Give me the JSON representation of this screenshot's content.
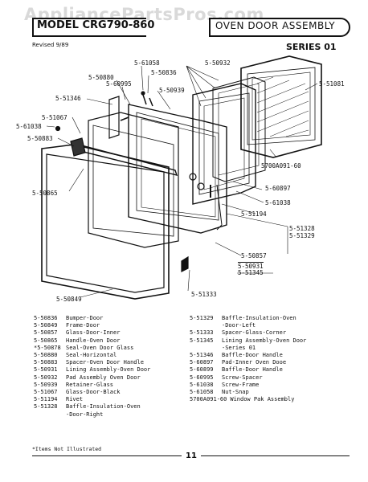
{
  "watermark": "AppliancePartsPros.com",
  "header": {
    "model_label": "MODEL CRG790-860",
    "section_title": "OVEN DOOR ASSEMBLY",
    "revised": "Revised 9/89",
    "series": "SERIES 01"
  },
  "callouts": {
    "c5_61058": "5-61058",
    "c5_50932": "5-50932",
    "c5_50880": "5-50880",
    "c5_50836": "5-50836",
    "c5_60995": "5-60995",
    "c5_50939": "5-50939",
    "c5_51081": "5-51081",
    "c5_51346": "5-51346",
    "c5_51067": "5-51067",
    "c5_61038_l": "5-61038",
    "c5_50883": "5-50883",
    "c5_50865": "5-50865",
    "c5700a091": "5700A091-60",
    "c5_60897": "5-60897",
    "c5_61038_r": "5-61038",
    "c5_51194": "5-51194",
    "c5_51328": "5-51328",
    "c5_51329": "5-51329",
    "c5_50857": "5-50857",
    "c5_50931": "5-50931",
    "c5_51345": "5-51345",
    "c5_50849": "5-50849",
    "c5_51333": "5-51333"
  },
  "parts_left": [
    {
      "num": "5-50836",
      "desc": "Bumper-Door"
    },
    {
      "num": "5-50849",
      "desc": "Frame-Door"
    },
    {
      "num": "5-50857",
      "desc": "Glass-Door-Inner"
    },
    {
      "num": "5-50865",
      "desc": "Handle-Oven Door"
    },
    {
      "num": "*5-50878",
      "desc": "Seal-Oven Door Glass"
    },
    {
      "num": "5-50880",
      "desc": "Seal-Horizontal"
    },
    {
      "num": "5-50883",
      "desc": "Spacer-Oven Door Handle"
    },
    {
      "num": "5-50931",
      "desc": "Lining Assembly-Oven Door"
    },
    {
      "num": "5-50932",
      "desc": "Pad Assembly Oven Door"
    },
    {
      "num": "5-50939",
      "desc": "Retainer-Glass"
    },
    {
      "num": "5-51067",
      "desc": "Glass-Door-Black"
    },
    {
      "num": "5-51194",
      "desc": "Rivet"
    },
    {
      "num": "5-51328",
      "desc": "Baffle-Insulation-Oven"
    },
    {
      "num": "",
      "desc": "-Door-Right"
    }
  ],
  "parts_right": [
    {
      "num": "5-51329",
      "desc": "Baffle-Insulation-Oven"
    },
    {
      "num": "",
      "desc": "-Door-Left"
    },
    {
      "num": "5-51333",
      "desc": "Spacer-Glass-Corner"
    },
    {
      "num": "5-51345",
      "desc": "Lining Assembly-Oven Door"
    },
    {
      "num": "",
      "desc": "-Series 01"
    },
    {
      "num": "5-51346",
      "desc": "Baffle-Door Handle"
    },
    {
      "num": "5-60897",
      "desc": "Pad-Inner Oven Dooe"
    },
    {
      "num": "5-60899",
      "desc": "Baffle-Door Handle"
    },
    {
      "num": "5-60995",
      "desc": "Screw-Spacer"
    },
    {
      "num": "5-61038",
      "desc": "Screw-Frame"
    },
    {
      "num": "5-61058",
      "desc": "Nut-Snap"
    },
    {
      "num": "5700A091-60",
      "desc": "Window Pak Assembly"
    }
  ],
  "footnote": "*Items Not Illustrated",
  "page_number": "11"
}
